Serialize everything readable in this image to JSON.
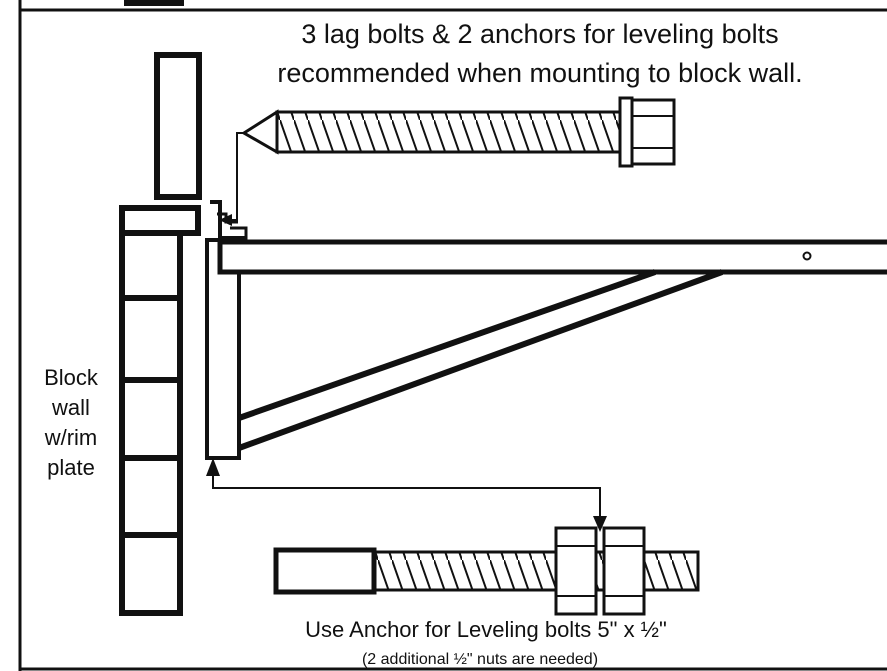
{
  "header": {
    "line1": "3 lag bolts & 2 anchors for leveling bolts",
    "line2": "recommended when mounting to block wall."
  },
  "wall_label": {
    "line1": "Block",
    "line2": "wall",
    "line3": "w/rim",
    "line4": "plate"
  },
  "footer": {
    "title": "Use Anchor for Leveling bolts 5\" x ½\"",
    "note": "(2 additional ½\" nuts are needed)"
  },
  "colors": {
    "ink": "#111111",
    "paper": "#ffffff"
  }
}
